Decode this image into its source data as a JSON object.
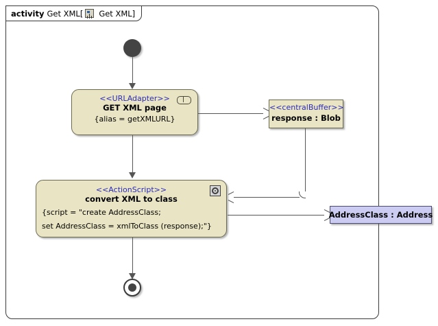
{
  "frame": {
    "keyword": "activity",
    "name": "Get XML",
    "bracket_open": "[",
    "bracket_close": "]",
    "inner_name": "Get XML",
    "icon": "activity-document-icon"
  },
  "nodes": {
    "start": {
      "name": "initial-node",
      "label": ""
    },
    "url_adapter": {
      "stereotype": "<<URLAdapter>>",
      "name": "GET XML page",
      "body": "{alias = getXMLURL}",
      "icon": "pin-parameter-icon",
      "fill": "#e9e5c4"
    },
    "central_buffer": {
      "stereotype": "<<centralBuffer>>",
      "name": "response : Blob",
      "fill": "#e9e5c4"
    },
    "action_script": {
      "stereotype": "<<ActionScript>>",
      "name": "convert XML to class",
      "script_line1": "{script = \"create AddressClass;",
      "script_line2": "set AddressClass = xmlToClass (response);\"}",
      "icon": "gear-behavior-icon",
      "fill": "#e9e5c4"
    },
    "address_class": {
      "name": "AddressClass : Address",
      "fill": "#ccccf2"
    },
    "final": {
      "name": "activity-final-node",
      "label": ""
    }
  },
  "colors": {
    "node_fill": "#e9e5c4",
    "node_border": "#6b6b52",
    "object_fill": "#ccccf2",
    "stereotype_text": "#2b2bb8",
    "edge": "#555555",
    "frame_border": "#3a3a3a",
    "canvas": "#ffffff"
  },
  "edges": [
    {
      "from": "start",
      "to": "url_adapter",
      "kind": "control-flow"
    },
    {
      "from": "url_adapter",
      "to": "central_buffer",
      "kind": "object-flow"
    },
    {
      "from": "url_adapter",
      "to": "action_script",
      "kind": "control-flow"
    },
    {
      "from": "central_buffer",
      "to": "action_script",
      "kind": "object-flow"
    },
    {
      "from": "action_script",
      "to": "address_class",
      "kind": "object-flow"
    },
    {
      "from": "action_script",
      "to": "final",
      "kind": "control-flow"
    }
  ]
}
